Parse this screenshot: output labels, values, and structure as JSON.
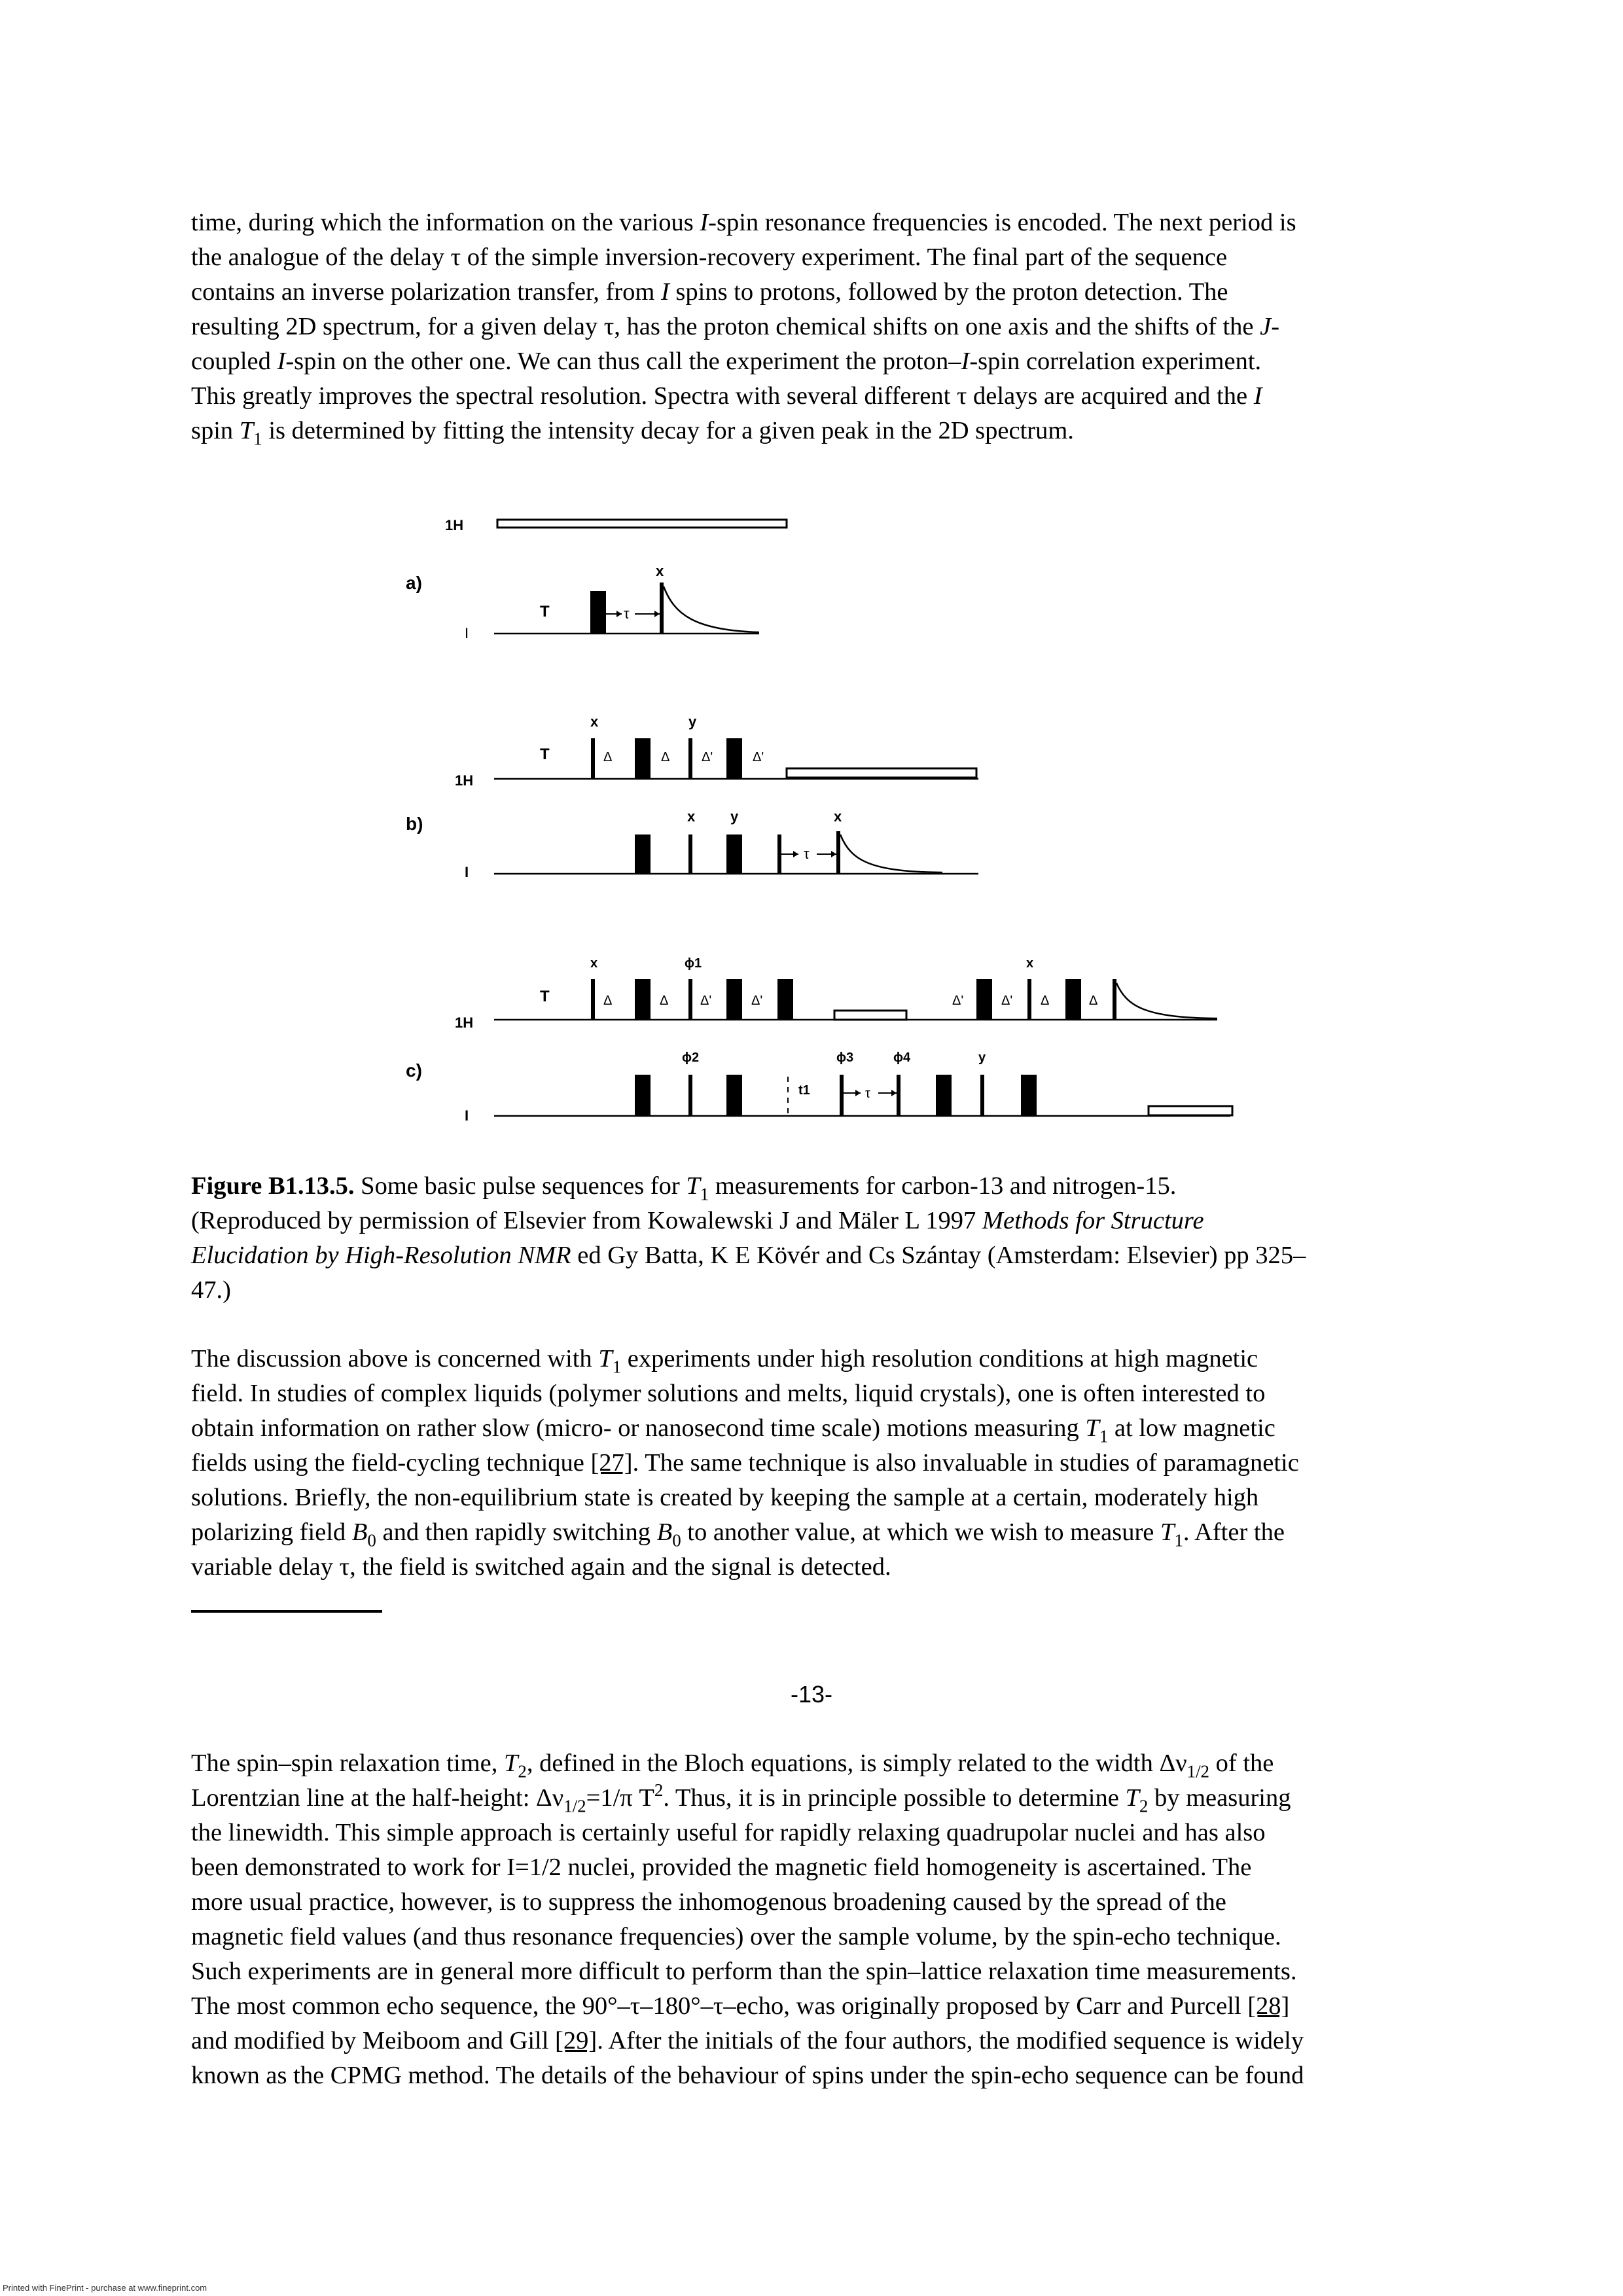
{
  "para1": {
    "l1a": "time, during which the information on the various ",
    "l1b": "I",
    "l1c": "-spin resonance frequencies is encoded. The next period is",
    "l2": "the analogue of the delay τ of the simple inversion-recovery experiment. The final part of the sequence",
    "l3a": "contains an inverse polarization transfer, from ",
    "l3b": "I",
    "l3c": " spins to protons, followed by the proton detection. The",
    "l4a": "resulting 2D spectrum, for a given delay τ, has the proton chemical shifts on one axis and the shifts of the ",
    "l4b": "J",
    "l4c": "-",
    "l5a": "coupled ",
    "l5b": "I",
    "l5c": "-spin on the other one. We can thus call the experiment the proton–",
    "l5d": "I",
    "l5e": "-spin correlation experiment.",
    "l6a": "This greatly improves the spectral resolution. Spectra with several different τ delays are acquired and the ",
    "l6b": "I",
    "l7a": "spin ",
    "l7b": "T",
    "l7c": "1",
    "l7d": " is determined by fitting the intensity decay for a given peak in the 2D spectrum."
  },
  "figure": {
    "label_a": "a)",
    "label_b": "b)",
    "label_c": "c)",
    "ch_1h": "1H",
    "ch_i": "I",
    "sym_T": "T",
    "sym_x": "x",
    "sym_y": "y",
    "sym_tau": "τ",
    "sym_delta": "Δ",
    "sym_delta_p": "Δ'",
    "sym_phi1": "ϕ1",
    "sym_phi2": "ϕ2",
    "sym_phi3": "ϕ3",
    "sym_phi4": "ϕ4",
    "sym_t1": "t1"
  },
  "caption": {
    "label": "Figure B1.13.5.",
    "t1": " Some basic pulse sequences for ",
    "t_T": "T",
    "t_1": "1",
    "t2": " measurements for carbon-13 and nitrogen-15.",
    "l2": "(Reproduced by permission of Elsevier from Kowalewski J and Mäler L 1997 ",
    "l2i": "Methods for Structure",
    "l3i": "Elucidation by High-Resolution NMR",
    "l3": " ed Gy Batta, K E Kövér and Cs Szántay (Amsterdam: Elsevier) pp 325–",
    "l4": "47.)"
  },
  "para2": {
    "l1a": "The discussion above is concerned with ",
    "l1b": "T",
    "l1c": "1",
    "l1d": " experiments under high resolution conditions at high magnetic",
    "l2": "field. In studies of complex liquids (polymer solutions and melts, liquid crystals), one is often interested to",
    "l3a": "obtain information on rather slow (micro- or nanosecond time scale) motions measuring ",
    "l3b": "T",
    "l3c": "1",
    "l3d": " at low magnetic",
    "l4a": "fields using the field-cycling technique ",
    "l4b": "[27]",
    "l4c": ". The same technique is also invaluable in studies of paramagnetic",
    "l5": "solutions. Briefly, the non-equilibrium state is created by keeping the sample at a certain, moderately high",
    "l6a": "polarizing field ",
    "l6b": "B",
    "l6c": "0",
    "l6d": " and then rapidly switching ",
    "l6e": "B",
    "l6f": "0",
    "l6g": " to another value, at which we wish to measure ",
    "l6h": "T",
    "l6i": "1",
    "l6j": ". After the",
    "l7": "variable delay τ, the field is switched again and the signal is detected."
  },
  "page_number": "-13-",
  "para3": {
    "l1a": "The spin–spin relaxation time, ",
    "l1b": "T",
    "l1c": "2",
    "l1d": ", defined in the Bloch equations, is simply related to the width Δν",
    "l1e": "1/2",
    "l1f": " of the",
    "l2a": "Lorentzian line at the half-height: Δν",
    "l2b": "1/2",
    "l2c": "=1/π T",
    "l2d": "2",
    "l2e": ". Thus, it is in principle possible to determine ",
    "l2f": "T",
    "l2g": "2",
    "l2h": " by measuring",
    "l3": "the linewidth. This simple approach is certainly useful for rapidly relaxing quadrupolar nuclei and has also",
    "l4": "been demonstrated to work for I=1/2 nuclei, provided the magnetic field homogeneity is ascertained. The",
    "l5": "more usual practice, however, is to suppress the inhomogenous broadening caused by the spread of the",
    "l6": "magnetic field values (and thus resonance frequencies) over the sample volume, by the spin-echo technique.",
    "l7": "Such experiments are in general more difficult to perform than the spin–lattice relaxation time measurements.",
    "l8a": "The most common echo sequence, the 90°–τ–180°–τ–echo, was originally proposed by Carr and Purcell ",
    "l8b": "[28]",
    "l9a": "and modified by Meiboom and Gill ",
    "l9b": "[29]",
    "l9c": ". After the initials of the four authors, the modified sequence is widely",
    "l10": "known as the CPMG method. The details of the behaviour of spins under the spin-echo sequence can be found"
  },
  "footer_note": "Printed with FinePrint - purchase at www.fineprint.com"
}
